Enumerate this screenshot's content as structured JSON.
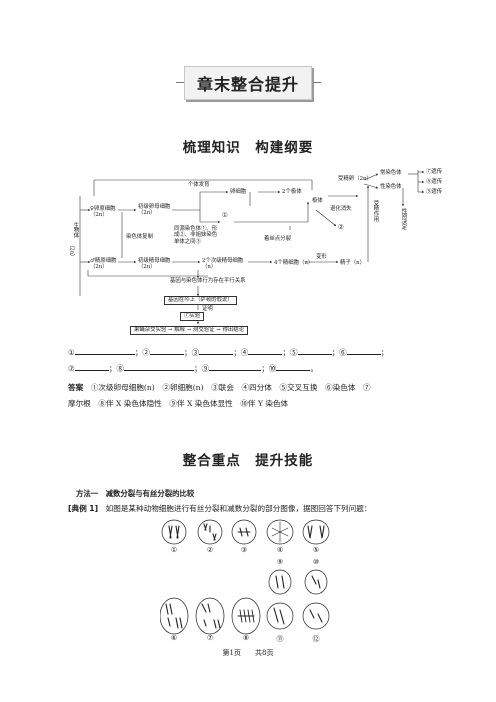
{
  "banner": {
    "title": "章末整合提升"
  },
  "section1": {
    "title": "梳理知识　构建纲要"
  },
  "concept_map": {
    "organism": "生物体",
    "organism_ploidy": "（2n）",
    "sperm_mother": "♂精原细胞（2n）",
    "egg_mother": "♀卵原细胞（2n）",
    "primary_oocyte": "初级卵母细胞（2n）",
    "primary_spermatocyte": "初级精母细胞（2n）",
    "chromosome_copy": "染色体复制",
    "homolog_text": "同源染色体①、形成②、非姐妹染色单体之间③",
    "meiosis_text": "着丝点分裂",
    "secondary_spermatocyte": "2个次级精母细胞（n）",
    "sperm_cells": "4个精细胞（n）",
    "transform": "变形",
    "sperm": "精子（n）",
    "egg": "卵细胞",
    "polar_bodies": "2个极体",
    "polar_body": "极体",
    "circle_1": "①",
    "circle_2": "②",
    "degenerate": "退化消失",
    "individual_dev": "个体发育",
    "zygote": "受精卵（2n）",
    "fertilization": "受精作用",
    "autosome": "常染色体",
    "sex_chromosome": "性染色体",
    "sex_determination": "性别决定",
    "inherit_1": "⑦遗传",
    "inherit_2": "⑧遗传",
    "inherit_3": "⑨遗传",
    "parallel": "基因与染色体行为存在平行关系",
    "hypothesis": "基因在⑩上（萨顿的假说）",
    "proof": "证明",
    "experiment": "⑦实验",
    "method_flow": "果蝇杂交实验 → 解释 → 测交验证 → 得出结论"
  },
  "blanks": {
    "row1": [
      "①",
      "；②",
      "；③",
      "；④",
      "；⑤",
      "；⑥",
      "；"
    ],
    "row2": [
      "⑦",
      "；⑧",
      "；⑨",
      "；⑩",
      "。"
    ]
  },
  "answer": {
    "label": "答案",
    "line1": "①次级卵母细胞(n)　②卵细胞(n)　③联会　④四分体　⑤交叉互换　⑥染色体　⑦",
    "line2": "摩尔根　⑧伴 X 染色体隐性　⑨伴 X 染色体显性　⑩伴 Y 染色体"
  },
  "section2": {
    "title": "整合重点　提升技能"
  },
  "method1": {
    "title": "方法一　减数分裂与有丝分裂的比较"
  },
  "example1": {
    "label": "[典例 1]",
    "text": "如图是某种动物细胞进行有丝分裂和减数分裂的部分图像，据图回答下列问题："
  },
  "cells": {
    "row1": [
      "①",
      "②",
      "③",
      "④",
      "⑤"
    ],
    "row2": [
      "⑨",
      "⑩"
    ],
    "row3": [
      "⑥",
      "⑦",
      "⑧",
      "⑪",
      "⑫"
    ]
  },
  "footer": {
    "text": "第1页　　共8页"
  }
}
